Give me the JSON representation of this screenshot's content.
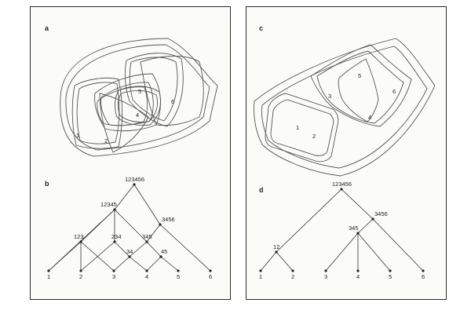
{
  "panel_left": {
    "top_label": "a",
    "bottom_label": "b",
    "venn_labels": [
      "1",
      "2",
      "4",
      "5",
      "6"
    ],
    "tree_nodes": [
      {
        "id": "123456",
        "label": "123456"
      },
      {
        "id": "12345",
        "label": "12345"
      },
      {
        "id": "3456",
        "label": "3456"
      },
      {
        "id": "123",
        "label": "123"
      },
      {
        "id": "234",
        "label": "234"
      },
      {
        "id": "345",
        "label": "345"
      },
      {
        "id": "34",
        "label": "34"
      },
      {
        "id": "45",
        "label": "45"
      },
      {
        "id": "1",
        "label": "1"
      },
      {
        "id": "2",
        "label": "2"
      },
      {
        "id": "3",
        "label": "3"
      },
      {
        "id": "4",
        "label": "4"
      },
      {
        "id": "5",
        "label": "5"
      },
      {
        "id": "6",
        "label": "6"
      }
    ],
    "tree_edges": [
      [
        "123456",
        "12345"
      ],
      [
        "123456",
        "3456"
      ],
      [
        "12345",
        "123"
      ],
      [
        "12345",
        "234"
      ],
      [
        "12345",
        "345"
      ],
      [
        "12345",
        "1"
      ],
      [
        "3456",
        "345"
      ],
      [
        "3456",
        "6"
      ],
      [
        "123",
        "1"
      ],
      [
        "123",
        "2"
      ],
      [
        "123",
        "3"
      ],
      [
        "234",
        "2"
      ],
      [
        "234",
        "34"
      ],
      [
        "345",
        "34"
      ],
      [
        "345",
        "45"
      ],
      [
        "34",
        "3"
      ],
      [
        "34",
        "4"
      ],
      [
        "45",
        "4"
      ],
      [
        "45",
        "5"
      ]
    ]
  },
  "panel_right": {
    "top_label": "c",
    "bottom_label": "d",
    "venn_labels": [
      "1",
      "2",
      "3",
      "4",
      "5",
      "6"
    ],
    "tree_nodes": [
      {
        "id": "123456",
        "label": "123456"
      },
      {
        "id": "3456",
        "label": "3456"
      },
      {
        "id": "345",
        "label": "345"
      },
      {
        "id": "12",
        "label": "12"
      },
      {
        "id": "1",
        "label": "1"
      },
      {
        "id": "2",
        "label": "2"
      },
      {
        "id": "3",
        "label": "3"
      },
      {
        "id": "4",
        "label": "4"
      },
      {
        "id": "5",
        "label": "5"
      },
      {
        "id": "6",
        "label": "6"
      }
    ],
    "tree_edges": [
      [
        "123456",
        "12"
      ],
      [
        "123456",
        "3456"
      ],
      [
        "12",
        "1"
      ],
      [
        "12",
        "2"
      ],
      [
        "3456",
        "345"
      ],
      [
        "3456",
        "6"
      ],
      [
        "345",
        "3"
      ],
      [
        "345",
        "4"
      ],
      [
        "345",
        "5"
      ]
    ]
  }
}
